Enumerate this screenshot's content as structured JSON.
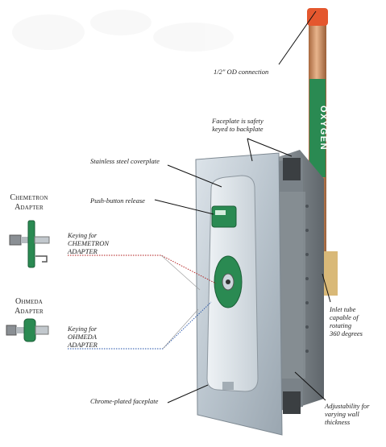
{
  "adapters": [
    {
      "title": "Chemetron\nAdapter",
      "keying_label": "Keying for\nCHEMETRON\nADAPTER"
    },
    {
      "title": "Ohmeda\nAdapter",
      "keying_label": "Keying for\nOHMEDA\nADAPTER"
    }
  ],
  "callouts": {
    "od_connection": "1/2\" OD connection",
    "faceplate_keyed": "Faceplate is safety\nkeyed to backplate",
    "coverplate": "Stainless steel coverplate",
    "push_button": "Push-button release",
    "inlet_tube": "Inlet tube\ncapable of\nrotating\n360 degrees",
    "chrome_faceplate": "Chrome-plated faceplate",
    "adjustability": "Adjustability for\nvarying wall\nthickness"
  },
  "tube_label": "OXYGEN",
  "colors": {
    "oxygen_green": "#2a8a52",
    "copper": "#c98a5c",
    "cap_orange": "#e4572e",
    "key_line_red": "#b01818",
    "key_line_blue": "#1f4fa8"
  }
}
